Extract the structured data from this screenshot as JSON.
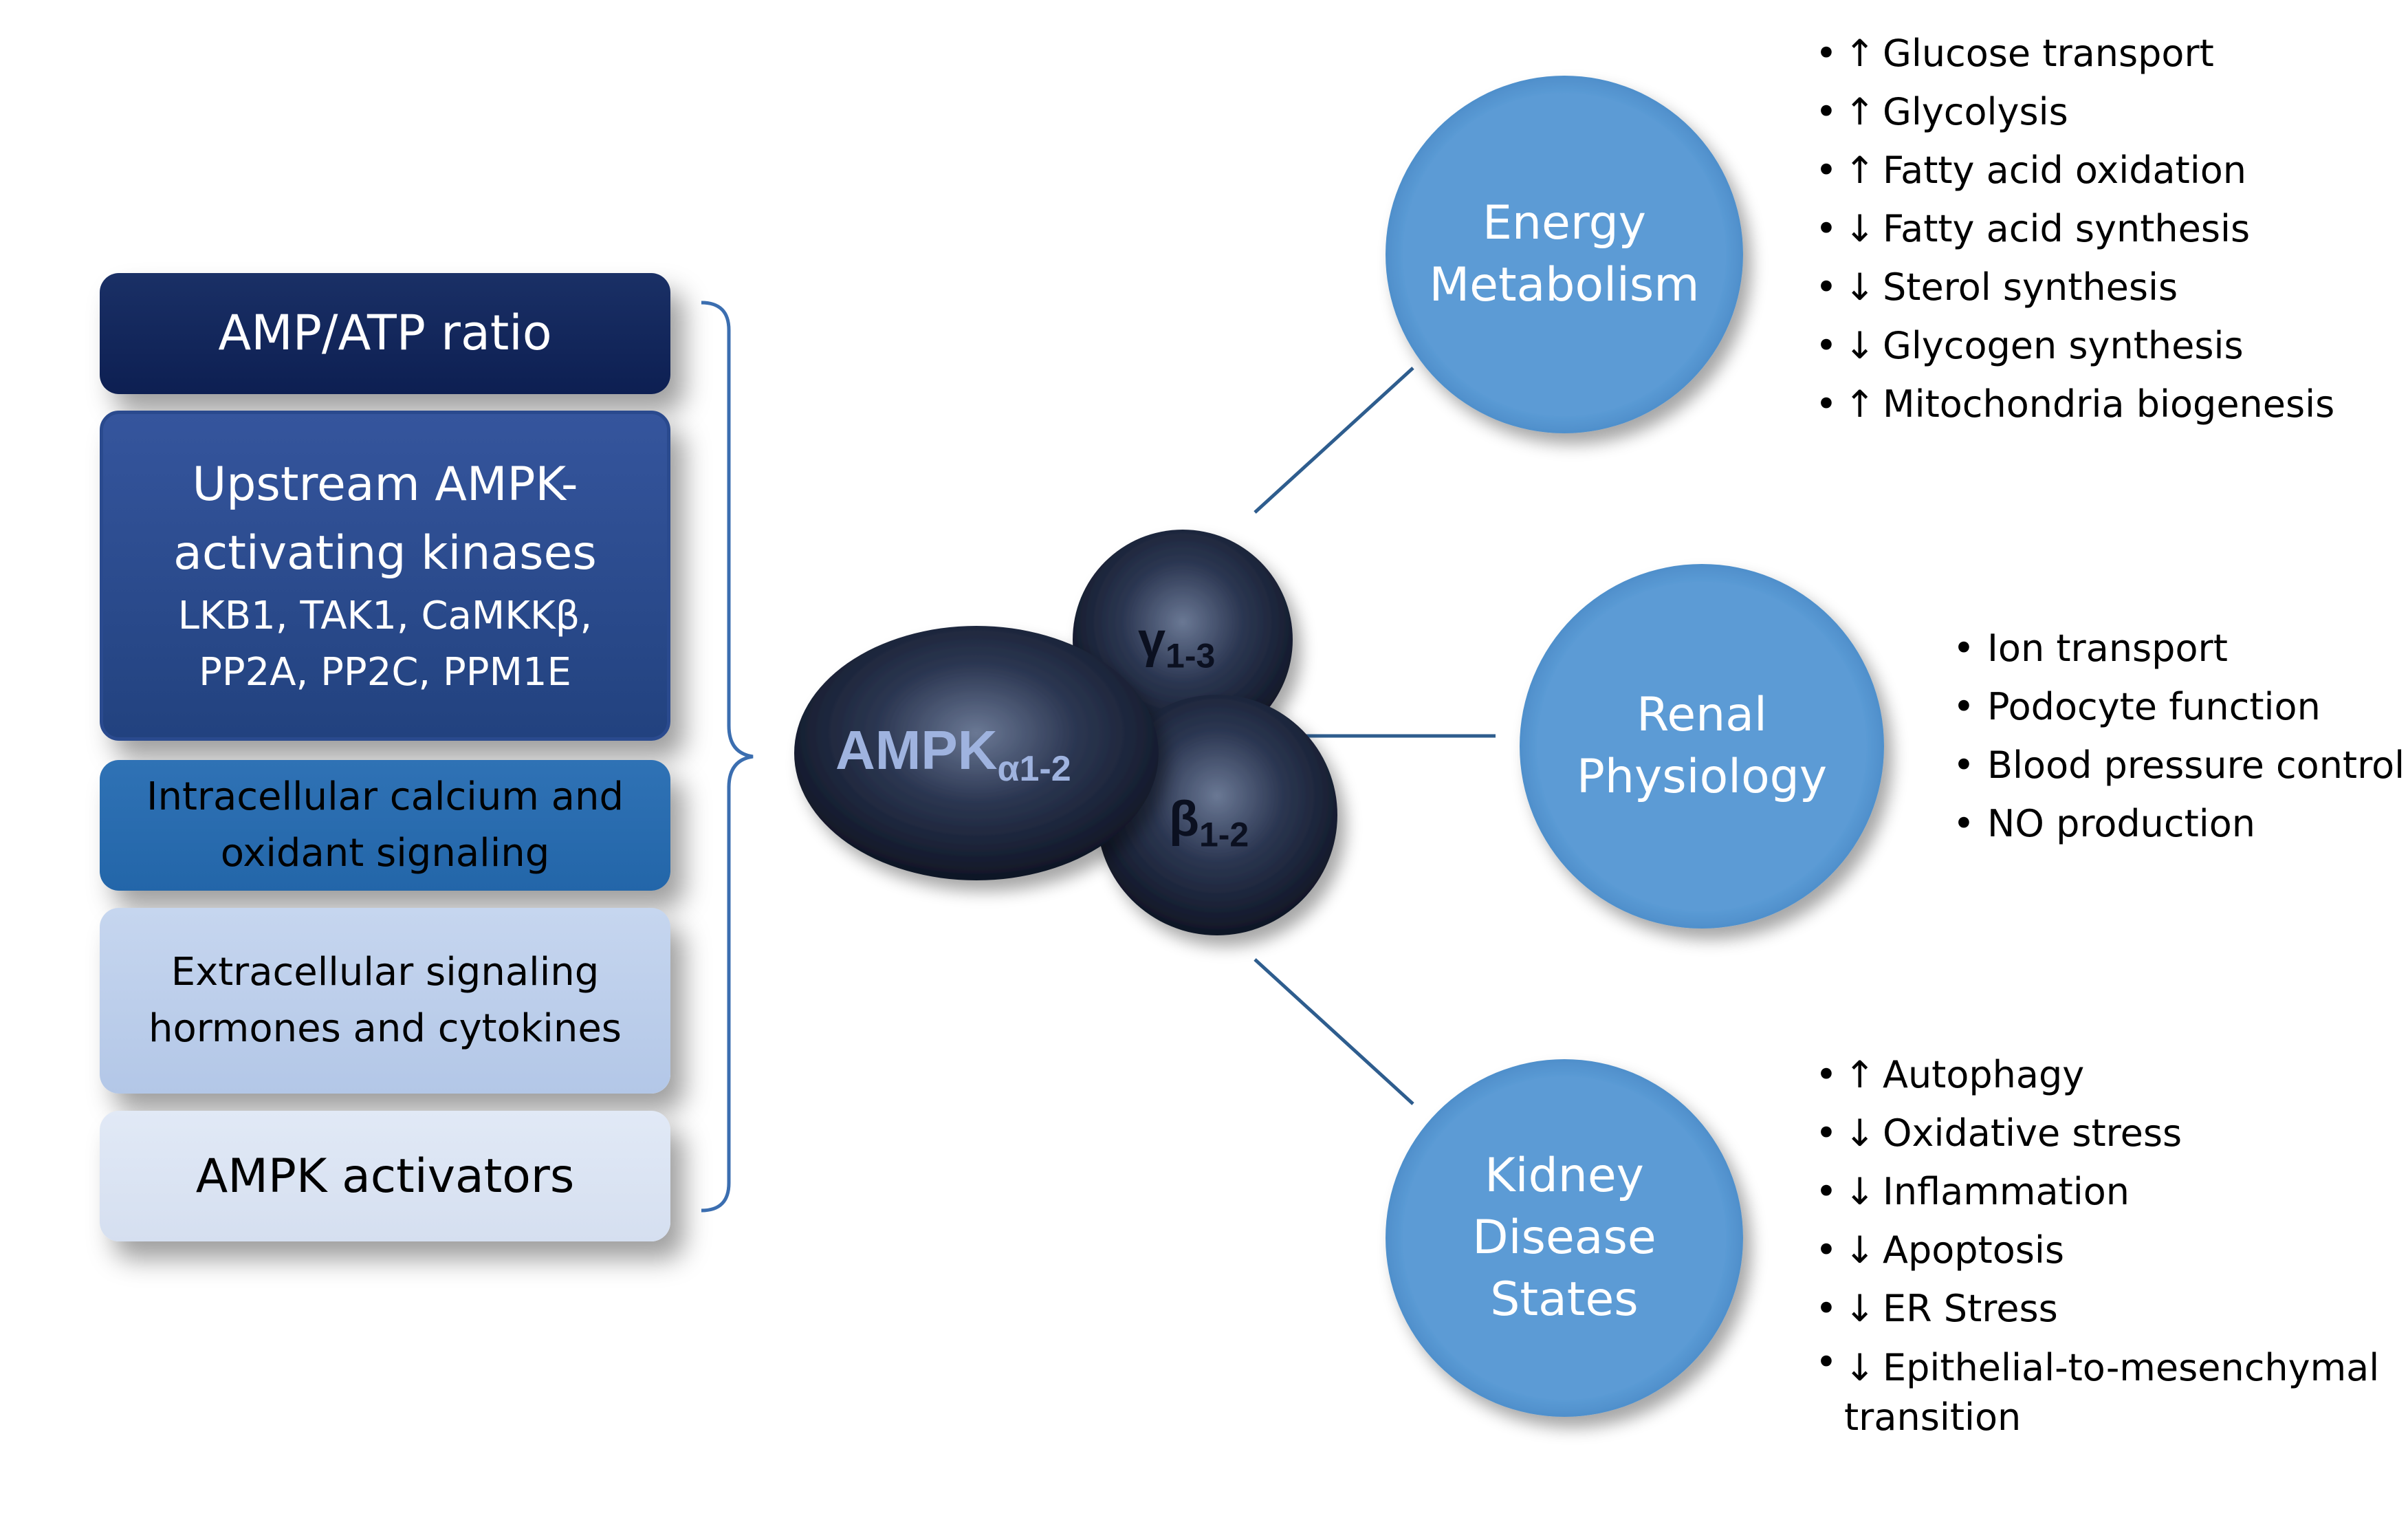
{
  "left_boxes": {
    "amp_atp": "AMP/ATP ratio",
    "upstream": {
      "line1": "Upstream AMPK-",
      "line2": "activating kinases",
      "line3": "LKB1, TAK1, CaMKKβ,",
      "line4": "PP2A, PP2C, PPM1E"
    },
    "calcium": {
      "line1": "Intracellular calcium and",
      "line2": "oxidant signaling"
    },
    "extracellular": {
      "line1": "Extracellular signaling",
      "line2": "hormones and cytokines"
    },
    "activators": "AMPK activators"
  },
  "complex": {
    "alpha": {
      "base": "AMPK",
      "sub": "α1-2"
    },
    "gamma": {
      "base": "γ",
      "sub": "1-3"
    },
    "beta": {
      "base": "β",
      "sub": "1-2"
    }
  },
  "energy": {
    "label_line1": "Energy",
    "label_line2": "Metabolism",
    "items": [
      {
        "arrow": "↑",
        "text": "Glucose transport"
      },
      {
        "arrow": "↑",
        "text": "Glycolysis"
      },
      {
        "arrow": "↑",
        "text": "Fatty acid oxidation"
      },
      {
        "arrow": "↓",
        "text": "Fatty acid synthesis"
      },
      {
        "arrow": "↓",
        "text": "Sterol synthesis"
      },
      {
        "arrow": "↓",
        "text": "Glycogen synthesis"
      },
      {
        "arrow": "↑",
        "text": "Mitochondria biogenesis"
      }
    ]
  },
  "renal": {
    "label_line1": "Renal",
    "label_line2": "Physiology",
    "items": [
      {
        "text": "Ion transport"
      },
      {
        "text": "Podocyte function"
      },
      {
        "text": "Blood pressure control"
      },
      {
        "text": "NO production"
      }
    ]
  },
  "kidney": {
    "label_line1": "Kidney",
    "label_line2": "Disease",
    "label_line3": "States",
    "items": [
      {
        "arrow": "↑",
        "text": "Autophagy"
      },
      {
        "arrow": "↓",
        "text": "Oxidative stress"
      },
      {
        "arrow": "↓",
        "text": "Inflammation"
      },
      {
        "arrow": "↓",
        "text": "Apoptosis"
      },
      {
        "arrow": "↓",
        "text": "ER Stress"
      },
      {
        "arrow": "↓",
        "text": "Epithelial-to-mesenchymal"
      }
    ],
    "last_item_continuation": "transition"
  },
  "colors": {
    "circle": "#5b9bd5",
    "connector": "#2e5d8e",
    "bracket": "#3b6eb0"
  }
}
